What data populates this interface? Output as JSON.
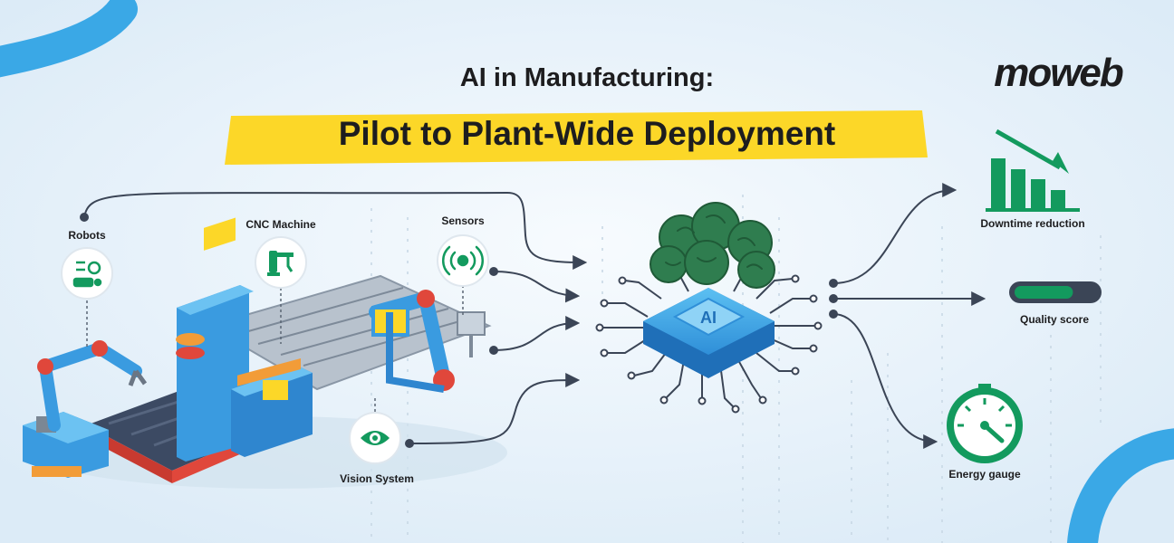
{
  "title": {
    "line1": "AI in Manufacturing:",
    "line2": "Pilot to Plant-Wide Deployment"
  },
  "brand": {
    "logo_text": "moweb"
  },
  "inputs": [
    {
      "label": "Robots",
      "icon": "robot-arm-gear-icon"
    },
    {
      "label": "CNC Machine",
      "icon": "cnc-machine-icon"
    },
    {
      "label": "Sensors",
      "icon": "signal-sensor-icon"
    },
    {
      "label": "Vision System",
      "icon": "eye-icon"
    }
  ],
  "core": {
    "chip_label": "AI",
    "icon": "brain-chip-icon"
  },
  "outputs": [
    {
      "label": "Downtime reduction",
      "icon": "declining-bar-chart-icon"
    },
    {
      "label": "Quality score",
      "icon": "progress-bar-icon",
      "level_fraction": 0.7
    },
    {
      "label": "Energy gauge",
      "icon": "speedometer-gauge-icon"
    }
  ],
  "colors": {
    "background": "#e9f3fb",
    "accent_green": "#139a5e",
    "highlight_yellow": "#fcd728",
    "deco_blue": "#3aa8e6",
    "machine_blue": "#3a9be0",
    "connector": "#3b4556",
    "title_text": "#1d1d1f"
  }
}
